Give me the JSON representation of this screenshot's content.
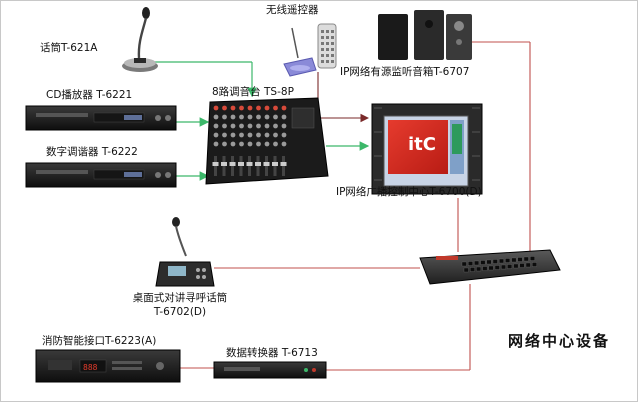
{
  "devices": {
    "mic": {
      "label": "话筒T-621A"
    },
    "cd_player": {
      "label": "CD播放器 T-6221"
    },
    "tuner": {
      "label": "数字调谐器 T-6222"
    },
    "mixer": {
      "label": "8路调音台 TS-8P"
    },
    "remote": {
      "label": "无线遥控器"
    },
    "speaker": {
      "label": "IP网络有源监听音箱T-6707"
    },
    "control_center": {
      "label": "IP网络广播控制中心T-6700(D)",
      "logo_text": "itC"
    },
    "desk_mic": {
      "label_line1": "桌面式对讲寻呼话筒",
      "label_line2": "T-6702(D)"
    },
    "fire_interface": {
      "label": "消防智能接口T-6223(A)",
      "display": "888"
    },
    "data_converter": {
      "label": "数据转换器 T-6713"
    },
    "switch": {
      "label": ""
    }
  },
  "section_title": "网络中心设备",
  "colors": {
    "audio_link": "#3cb86a",
    "network_link": "#c0504d",
    "remote_link": "#7a2a2a"
  }
}
